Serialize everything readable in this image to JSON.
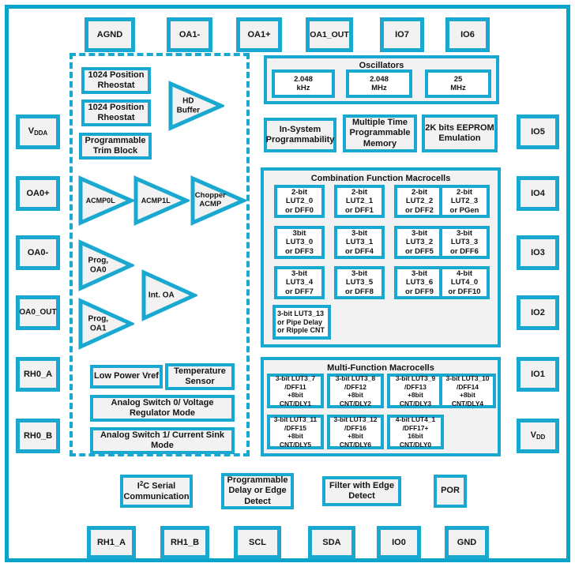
{
  "diagram": {
    "title": "GreenPAK Mixed-Signal Block Diagram",
    "accent_color": "#19a8cf",
    "fill_color": "#f2f2f2",
    "cell_fill": "#ffffff"
  },
  "pads": {
    "top": [
      {
        "label": "AGND"
      },
      {
        "label": "OA1-"
      },
      {
        "label": "OA1+"
      },
      {
        "label": "OA1_OUT"
      },
      {
        "label": "IO7"
      },
      {
        "label": "IO6"
      }
    ],
    "left": [
      {
        "label": "VDDA",
        "html": "V<sub>DDA</sub>"
      },
      {
        "label": "OA0+"
      },
      {
        "label": "OA0-"
      },
      {
        "label": "OA0_OUT"
      },
      {
        "label": "RH0_A"
      },
      {
        "label": "RH0_B"
      }
    ],
    "right": [
      {
        "label": "IO5"
      },
      {
        "label": "IO4"
      },
      {
        "label": "IO3"
      },
      {
        "label": "IO2"
      },
      {
        "label": "IO1"
      },
      {
        "label": "VDD",
        "html": "V<sub>DD</sub>"
      }
    ],
    "bottom": [
      {
        "label": "RH1_A"
      },
      {
        "label": "RH1_B"
      },
      {
        "label": "SCL"
      },
      {
        "label": "SDA"
      },
      {
        "label": "IO0"
      },
      {
        "label": "GND"
      }
    ]
  },
  "analog": {
    "region_name": "analog-section",
    "blocks": [
      {
        "label": "1024 Position Rheostat"
      },
      {
        "label": "1024 Position Rheostat"
      },
      {
        "label": "Programmable Trim Block"
      },
      {
        "label": "Low Power Vref"
      },
      {
        "label": "Temperature Sensor"
      },
      {
        "label": "Analog Switch 0/ Voltage Regulator Mode"
      },
      {
        "label": "Analog Switch 1/ Current Sink Mode"
      }
    ],
    "amplifiers": [
      {
        "label": "HD Buffer"
      },
      {
        "label": "ACMP0L"
      },
      {
        "label": "ACMP1L"
      },
      {
        "label": "Chopper ACMP"
      },
      {
        "label": "Prog, OA0"
      },
      {
        "label": "Prog, OA1"
      },
      {
        "label": "Int. OA"
      }
    ]
  },
  "oscillators": {
    "title": "Oscillators",
    "items": [
      {
        "line1": "2.048",
        "line2": "kHz"
      },
      {
        "line1": "2.048",
        "line2": "MHz"
      },
      {
        "line1": "25",
        "line2": "MHz"
      }
    ]
  },
  "memory": [
    {
      "label": "In-System Programmability"
    },
    {
      "label": "Multiple Time Programmable Memory"
    },
    {
      "label": "2K bits EEPROM Emulation"
    }
  ],
  "combination_macrocells": {
    "title": "Combination Function Macrocells",
    "cells": [
      {
        "l1": "2-bit",
        "l2": "LUT2_0",
        "l3": "or DFF0"
      },
      {
        "l1": "2-bit",
        "l2": "LUT2_1",
        "l3": "or DFF1"
      },
      {
        "l1": "2-bit",
        "l2": "LUT2_2",
        "l3": "or DFF2"
      },
      {
        "l1": "2-bit",
        "l2": "LUT2_3",
        "l3": "or PGen"
      },
      {
        "l1": "3bit",
        "l2": "LUT3_0",
        "l3": "or DFF3"
      },
      {
        "l1": "3-bit",
        "l2": "LUT3_1",
        "l3": "or DFF4"
      },
      {
        "l1": "3-bit",
        "l2": "LUT3_2",
        "l3": "or DFF5"
      },
      {
        "l1": "3-bit",
        "l2": "LUT3_3",
        "l3": "or DFF6"
      },
      {
        "l1": "3-bit",
        "l2": "LUT3_4",
        "l3": "or DFF7"
      },
      {
        "l1": "3-bit",
        "l2": "LUT3_5",
        "l3": "or DFF8"
      },
      {
        "l1": "3-bit",
        "l2": "LUT3_6",
        "l3": "or DFF9"
      },
      {
        "l1": "4-bit",
        "l2": "LUT4_0",
        "l3": "or DFF10"
      }
    ],
    "wide_cell": {
      "l1": "3-bit LUT3_13",
      "l2": "or Pipe Delay",
      "l3": "or Ripple CNT"
    }
  },
  "multi_macrocells": {
    "title": "Multi-Function Macrocells",
    "cells": [
      {
        "l1": "3-bit LUT3_7",
        "l2": "/DFF11",
        "l3": "+8bit",
        "l4": "CNT/DLY1"
      },
      {
        "l1": "3-bit LUT3_8",
        "l2": "/DFF12",
        "l3": "+8bit",
        "l4": "CNT/DLY2"
      },
      {
        "l1": "3-bit LUT3_9",
        "l2": "/DFF13",
        "l3": "+8bit",
        "l4": "CNT/DLY3"
      },
      {
        "l1": "3-bit LUT3_10",
        "l2": "/DFF14",
        "l3": "+8bit",
        "l4": "CNT/DLY4"
      },
      {
        "l1": "3-bit LUT3_11",
        "l2": "/DFF15",
        "l3": "+8bit",
        "l4": "CNT/DLY5"
      },
      {
        "l1": "3-bit LUT3_12",
        "l2": "/DFF16",
        "l3": "+8bit",
        "l4": "CNT/DLY6"
      },
      {
        "l1": "4-bit LUT4_1",
        "l2": "/DFF17+",
        "l3": "16bit",
        "l4": "CNT/DLY0"
      }
    ]
  },
  "bottom_blocks": [
    {
      "label": "I2C Serial Communication",
      "html": "I<sup>2</sup>C Serial<br>Communication"
    },
    {
      "label": "Programmable Delay or Edge Detect"
    },
    {
      "label": "Filter with Edge Detect"
    },
    {
      "label": "POR"
    }
  ]
}
